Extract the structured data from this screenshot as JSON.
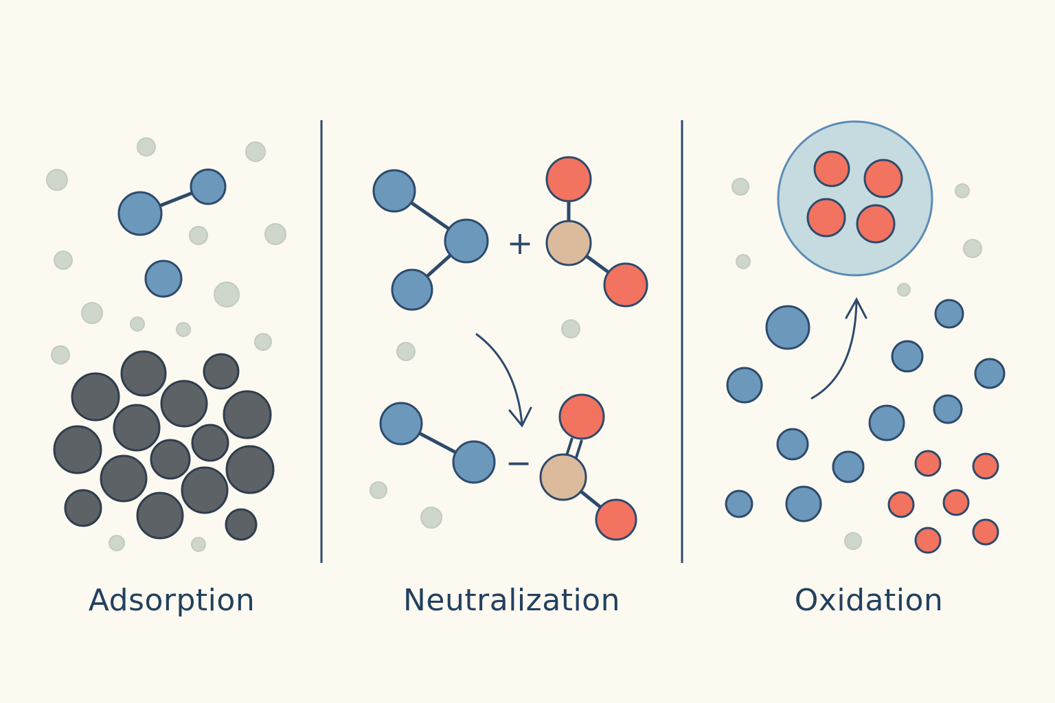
{
  "panels": [
    {
      "id": "adsorption",
      "label": "Adsorption"
    },
    {
      "id": "neutralization",
      "label": "Neutralization"
    },
    {
      "id": "oxidation",
      "label": "Oxidation"
    }
  ],
  "colors": {
    "background": "#fcf9f1",
    "stroke": "#2d4a6b",
    "blue_atom": "#6b98bb",
    "dark_atom": "#5d6266",
    "red_atom": "#f2735f",
    "tan_atom": "#dcbb9c",
    "gray_particle": "#cfd6cc",
    "bubble_fill": "#c6dbe0",
    "bubble_stroke": "#5b8cb4",
    "divider": "#2d4a6b",
    "label_text": "#22415e"
  },
  "symbols": {
    "plus": "+",
    "minus": "−"
  }
}
